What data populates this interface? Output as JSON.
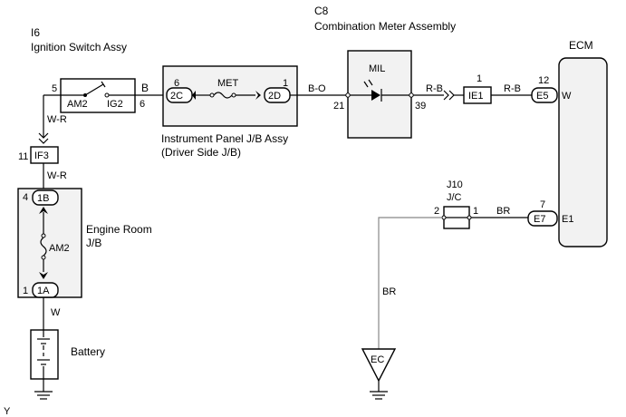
{
  "components": {
    "ignition": {
      "code": "I6",
      "name": "Ignition Switch Assy",
      "sw_left": "AM2",
      "sw_right": "IG2",
      "pin_left": "5",
      "pin_right": "6",
      "out_color": "B"
    },
    "combo": {
      "code": "C8",
      "name": "Combination Meter Assembly",
      "lamp": "MIL",
      "pin_in": "21",
      "pin_out": "39"
    },
    "ecm": {
      "name": "ECM",
      "term_w": "W",
      "term_e1": "E1"
    },
    "ipjb": {
      "name_line1": "Instrument Panel J/B Assy",
      "name_line2": "(Driver Side J/B)",
      "fuse": "MET",
      "conn_left": "2C",
      "conn_left_pin": "6",
      "conn_right": "2D",
      "conn_right_pin": "1"
    },
    "erjb": {
      "name_line1": "Engine Room",
      "name_line2": "J/B",
      "fuse": "AM2",
      "conn_top": "1B",
      "conn_top_pin": "4",
      "conn_bot": "1A",
      "conn_bot_pin": "1"
    },
    "jc": {
      "code": "J10",
      "name": "J/C",
      "pin_left": "2",
      "pin_right": "1"
    },
    "battery": {
      "name": "Battery"
    },
    "ground": {
      "label": "EC"
    }
  },
  "connectors": {
    "if3": {
      "label": "IF3",
      "pin": "11"
    },
    "ie1": {
      "label": "IE1",
      "pin": "1"
    },
    "e5": {
      "label": "E5",
      "pin": "12"
    },
    "e7": {
      "label": "E7",
      "pin": "7"
    }
  },
  "wires": {
    "ign_to_if3": "W-R",
    "if3_to_erjb": "W-R",
    "erjb_to_bat": "W",
    "ipjb_to_combo": "B-O",
    "combo_to_ie1": "R-B",
    "ie1_to_e5": "R-B",
    "jc_to_e7": "BR",
    "jc_to_ground": "BR"
  },
  "footer": {
    "mark": "Y"
  }
}
